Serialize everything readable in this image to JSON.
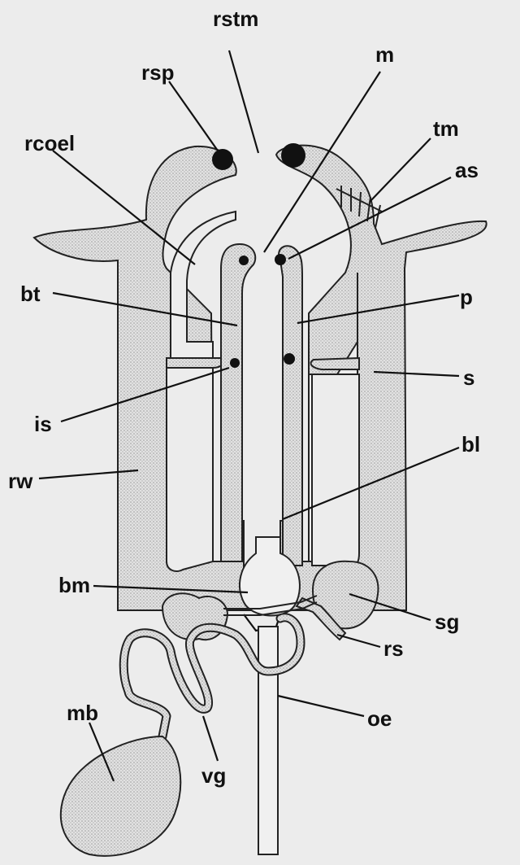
{
  "labels": {
    "rstm": "rstm",
    "rsp": "rsp",
    "m": "m",
    "tm": "tm",
    "rcoel": "rcoel",
    "as": "as",
    "bt": "bt",
    "p": "p",
    "s": "s",
    "is": "is",
    "bl": "bl",
    "rw": "rw",
    "bm": "bm",
    "sg": "sg",
    "rs": "rs",
    "mb": "mb",
    "oe": "oe",
    "vg": "vg"
  }
}
